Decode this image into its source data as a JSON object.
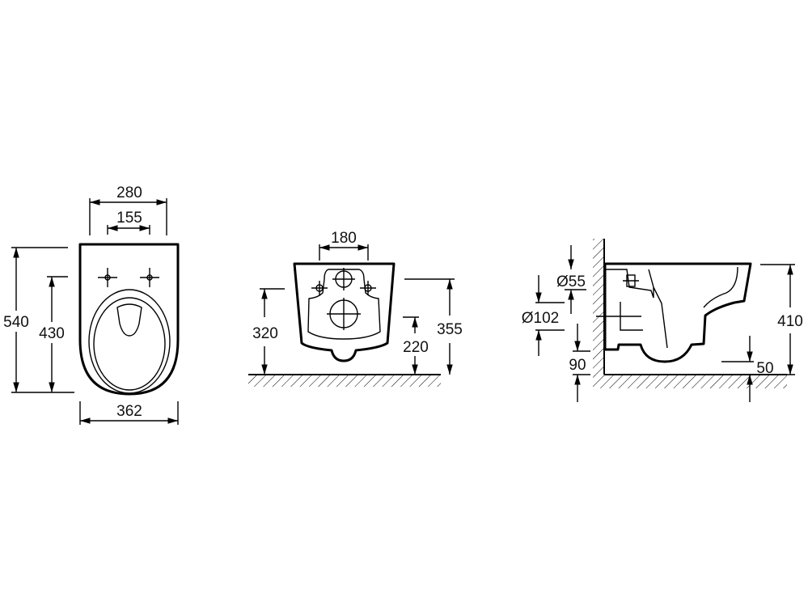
{
  "top_view": {
    "dimensions": {
      "overall_width_top": "280",
      "hole_spacing": "155",
      "overall_length": "540",
      "hole_to_front": "430",
      "overall_width": "362"
    }
  },
  "back_view": {
    "dimensions": {
      "hole_spacing": "180",
      "fixing_height": "320",
      "outlet_height": "220",
      "top_of_bolt_height": "355"
    }
  },
  "side_view": {
    "dimensions": {
      "inlet_diameter": "Ø55",
      "outlet_diameter": "Ø102",
      "outlet_axis_height": "90",
      "bowl_height": "410",
      "front_clearance": "50"
    }
  }
}
